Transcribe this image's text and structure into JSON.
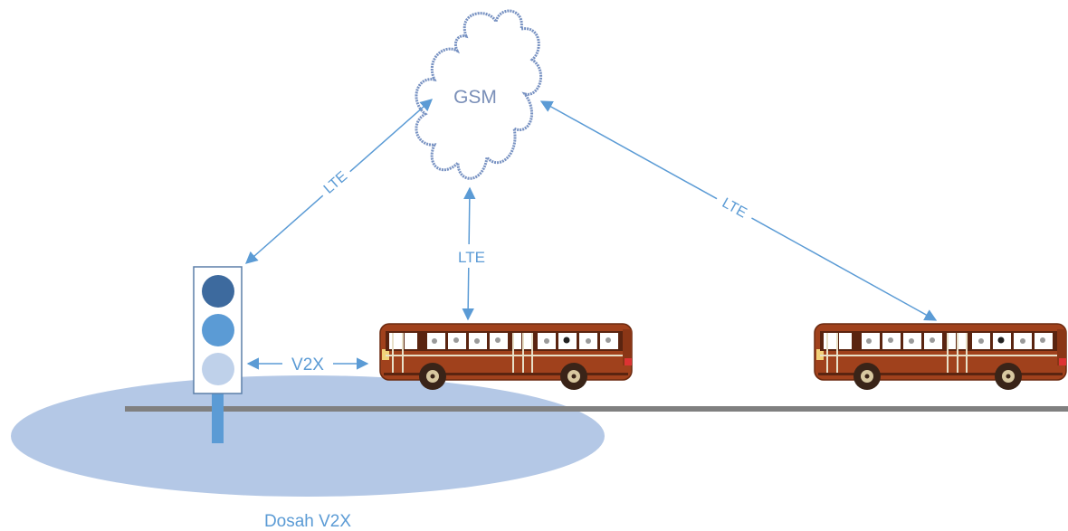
{
  "cloud": {
    "label": "GSM"
  },
  "links": {
    "left_label": "LTE",
    "center_label": "LTE",
    "right_label": "LTE",
    "v2x_label": "V2X"
  },
  "coverage": {
    "label": "Dosah V2X"
  },
  "colors": {
    "arrow": "#5b9bd5",
    "cloud_stroke": "#7892c2",
    "cloud_text": "#7a8fb8",
    "coverage_fill": "#b4c8e6",
    "coverage_text": "#5b9bd5",
    "light_dark": "#3d6a9e",
    "light_mid": "#5b9bd5",
    "light_pale": "#bfd1ea",
    "pole": "#5b9bd5",
    "road": "#808080",
    "bus_body": "#a0411c",
    "bus_trim": "#e8e0c8"
  }
}
